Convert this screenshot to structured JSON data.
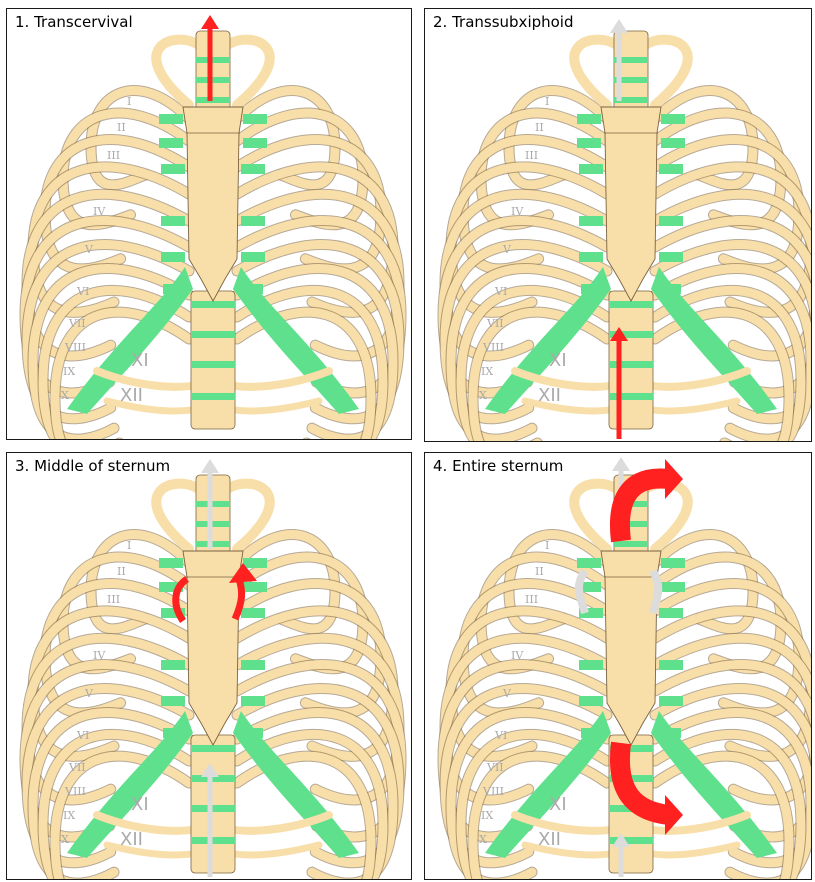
{
  "colors": {
    "bone": "#f8dea8",
    "bone_stroke": "#7a6340",
    "cartilage": "#5fe08c",
    "red_arrow": "#ff2020",
    "gray_arrow": "#dcdcdc",
    "rib_label": "#aaaaaa",
    "panel_border": "#1a1a1a"
  },
  "rib_labels": {
    "upper": [
      "I",
      "II",
      "III",
      "IV",
      "V",
      "VI",
      "VII",
      "VIII",
      "IX",
      "X"
    ],
    "xi": "XI",
    "xii": "XII"
  },
  "panels": [
    {
      "title": "1. Transcervival"
    },
    {
      "title": "2. Transsubxiphoid"
    },
    {
      "title": "3. Middle of sternum"
    },
    {
      "title": "4. Entire sternum"
    }
  ]
}
